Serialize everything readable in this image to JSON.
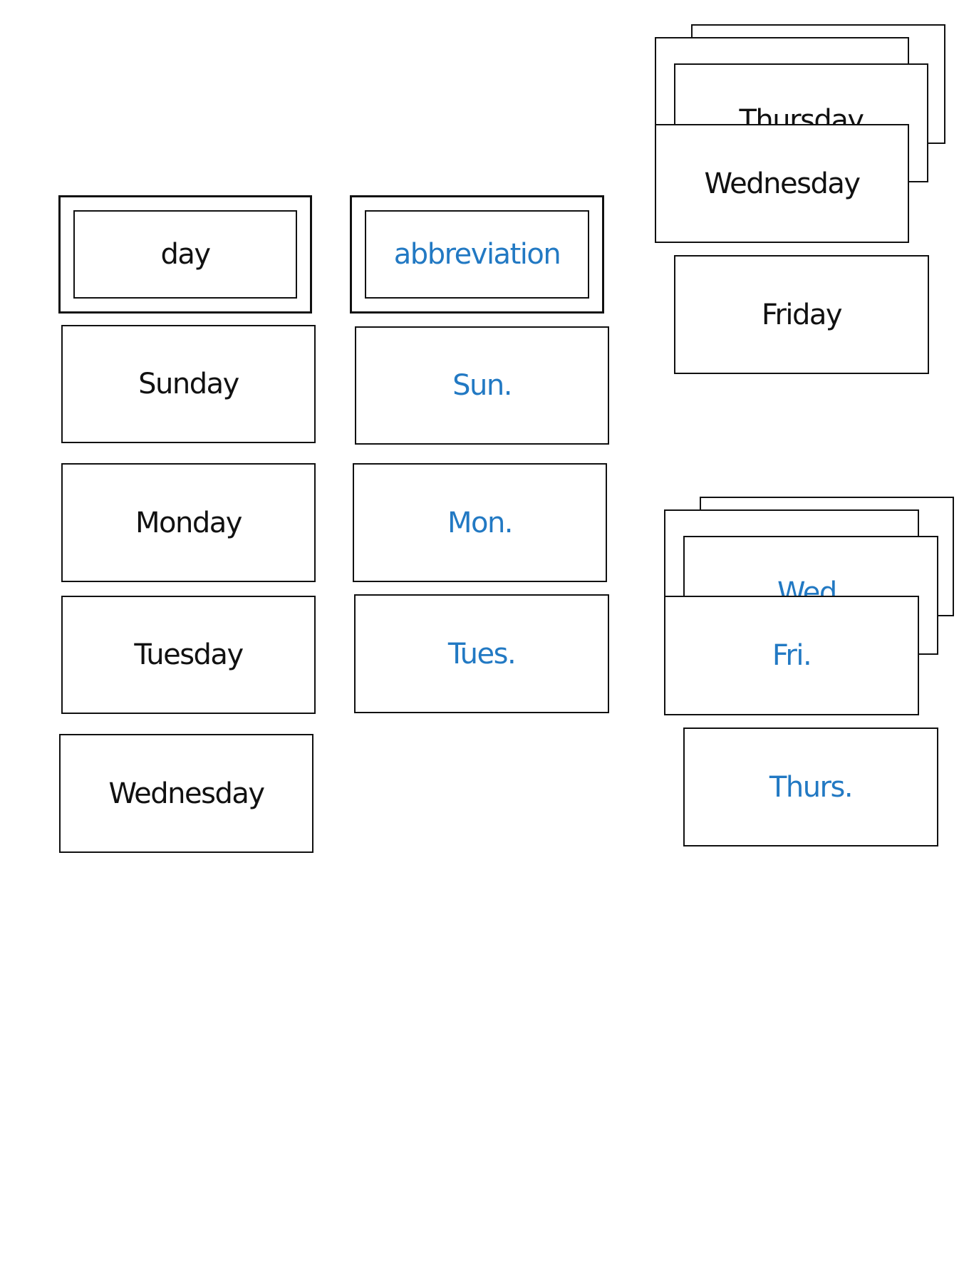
{
  "headers": {
    "day": "day",
    "abbreviation": "abbreviation"
  },
  "day_column": {
    "sunday": "Sunday",
    "monday": "Monday",
    "tuesday": "Tuesday",
    "wednesday": "Wednesday"
  },
  "abbreviation_column": {
    "sun": "Sun.",
    "mon": "Mon.",
    "tues": "Tues."
  },
  "day_pile": {
    "thursday": "Thursday",
    "wednesday": "Wednesday",
    "friday": "Friday"
  },
  "abbreviation_pile": {
    "wed": "Wed.",
    "fri": "Fri.",
    "thurs": "Thurs."
  },
  "colors": {
    "day_text": "#111111",
    "abbreviation_text": "#2279c3",
    "card_border": "#111111"
  }
}
